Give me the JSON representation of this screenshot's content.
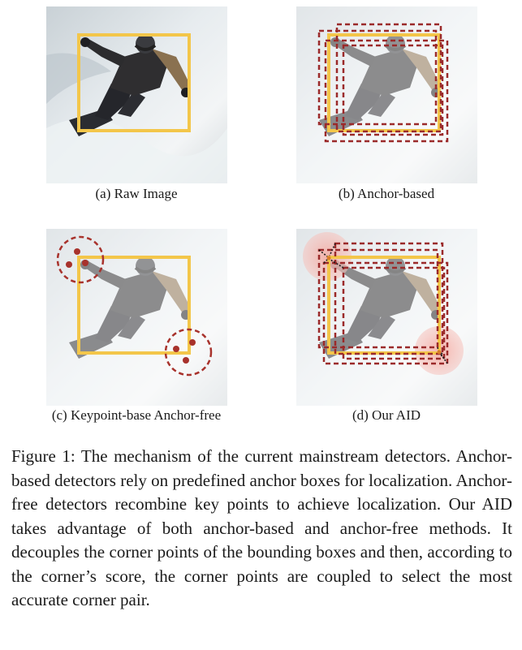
{
  "subfigures": [
    {
      "id": "a",
      "caption": "(a) Raw Image"
    },
    {
      "id": "b",
      "caption": "(b) Anchor-based"
    },
    {
      "id": "c",
      "caption": "(c) Keypoint-base Anchor-free"
    },
    {
      "id": "d",
      "caption": "(d) Our AID"
    }
  ],
  "colors": {
    "ground_truth_box": "#f3c64a",
    "anchor_box": "#9b2a2a",
    "keypoint": "#a8322c",
    "corner_glow": "#f2b3ad",
    "snow": "#dfe6ea"
  },
  "figure_caption": "Figure 1: The mechanism of the current mainstream detectors. Anchor-based detectors rely on predefined anchor boxes for localization. Anchor-free detectors recombine key points to achieve localization. Our AID takes advantage of both anchor-based and anchor-free methods. It decouples the corner points of the bounding boxes and then, according to the corner’s score, the corner points are coupled to select the most accurate corner pair."
}
